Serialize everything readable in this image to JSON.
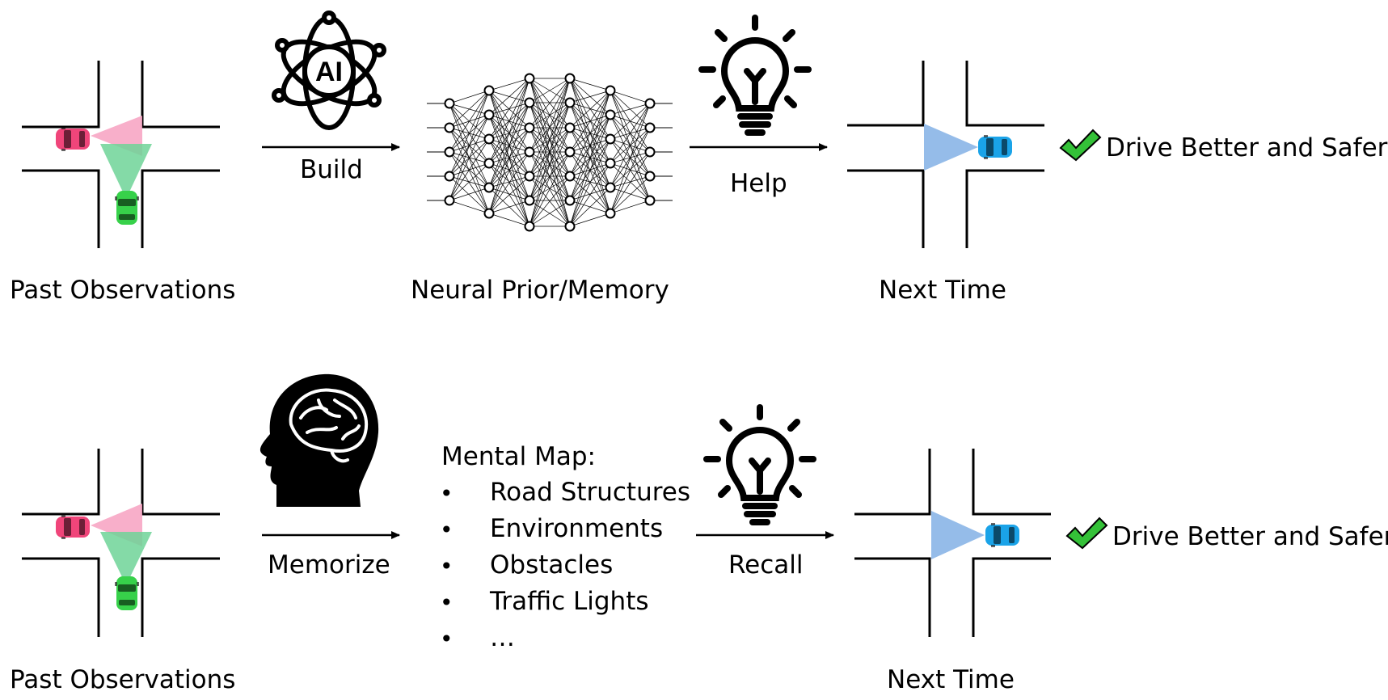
{
  "top_row": {
    "past_label": "Past Observations",
    "build_label": "Build",
    "ai_badge": "AI",
    "network_label": "Neural Prior/Memory",
    "help_label": "Help",
    "next_label": "Next Time",
    "result_label": "Drive Better and Safer"
  },
  "bottom_row": {
    "past_label": "Past Observations",
    "memorize_label": "Memorize",
    "mental_map": {
      "heading": "Mental Map:",
      "bullet": "•",
      "items": [
        "Road Structures",
        "Environments",
        "Obstacles",
        "Traffic Lights",
        "…"
      ]
    },
    "recall_label": "Recall",
    "next_label": "Next Time",
    "result_label": "Drive Better and Safer"
  },
  "icons": {
    "ai": "ai-atom-icon",
    "network": "neural-network-icon",
    "bulb": "lightbulb-icon",
    "brain": "head-brain-icon",
    "check": "checkmark-icon"
  },
  "colors": {
    "pink_car": "#f0457a",
    "pink_cone": "#f7a6c4",
    "green_car": "#37d14a",
    "green_cone": "#6fd398",
    "blue_car": "#1aa3e8",
    "blue_cone": "#8fb8e8",
    "check": "#34c138"
  }
}
